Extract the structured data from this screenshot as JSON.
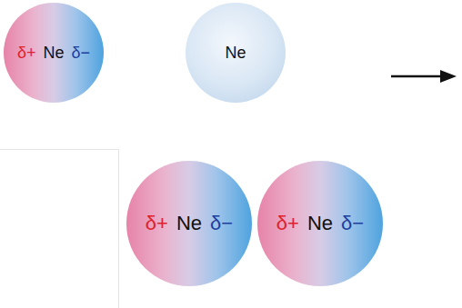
{
  "diagram": {
    "nodes": [
      {
        "text": [
          "δ+",
          "Ne",
          "δ−"
        ]
      },
      {
        "text": [
          "Ne"
        ]
      },
      {
        "text": [
          "δ+",
          "Ne",
          "δ−"
        ]
      },
      {
        "text": [
          "δ+",
          "Ne",
          "δ−"
        ]
      }
    ]
  }
}
